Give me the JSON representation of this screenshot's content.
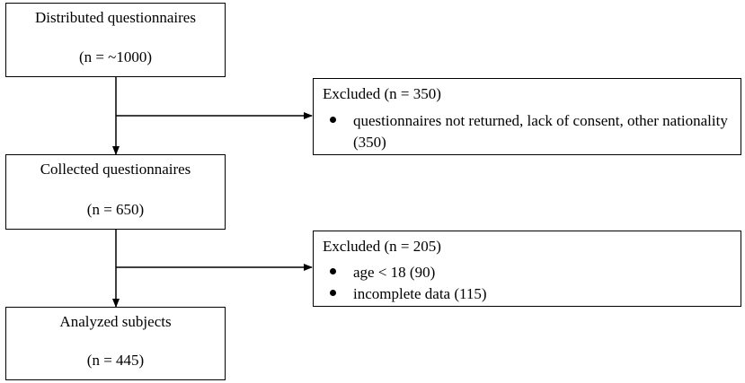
{
  "stages": [
    {
      "title": "Distributed questionnaires",
      "count": "(n = ~1000)"
    },
    {
      "title": "Collected questionnaires",
      "count": "(n = 650)"
    },
    {
      "title": "Analyzed subjects",
      "count": "(n = 445)"
    }
  ],
  "exclusions": [
    {
      "title": "Excluded (n = 350)",
      "items": [
        "questionnaires not returned, lack of consent, other nationality (350)"
      ]
    },
    {
      "title": "Excluded (n = 205)",
      "items": [
        "age < 18 (90)",
        "incomplete data (115)"
      ]
    }
  ]
}
